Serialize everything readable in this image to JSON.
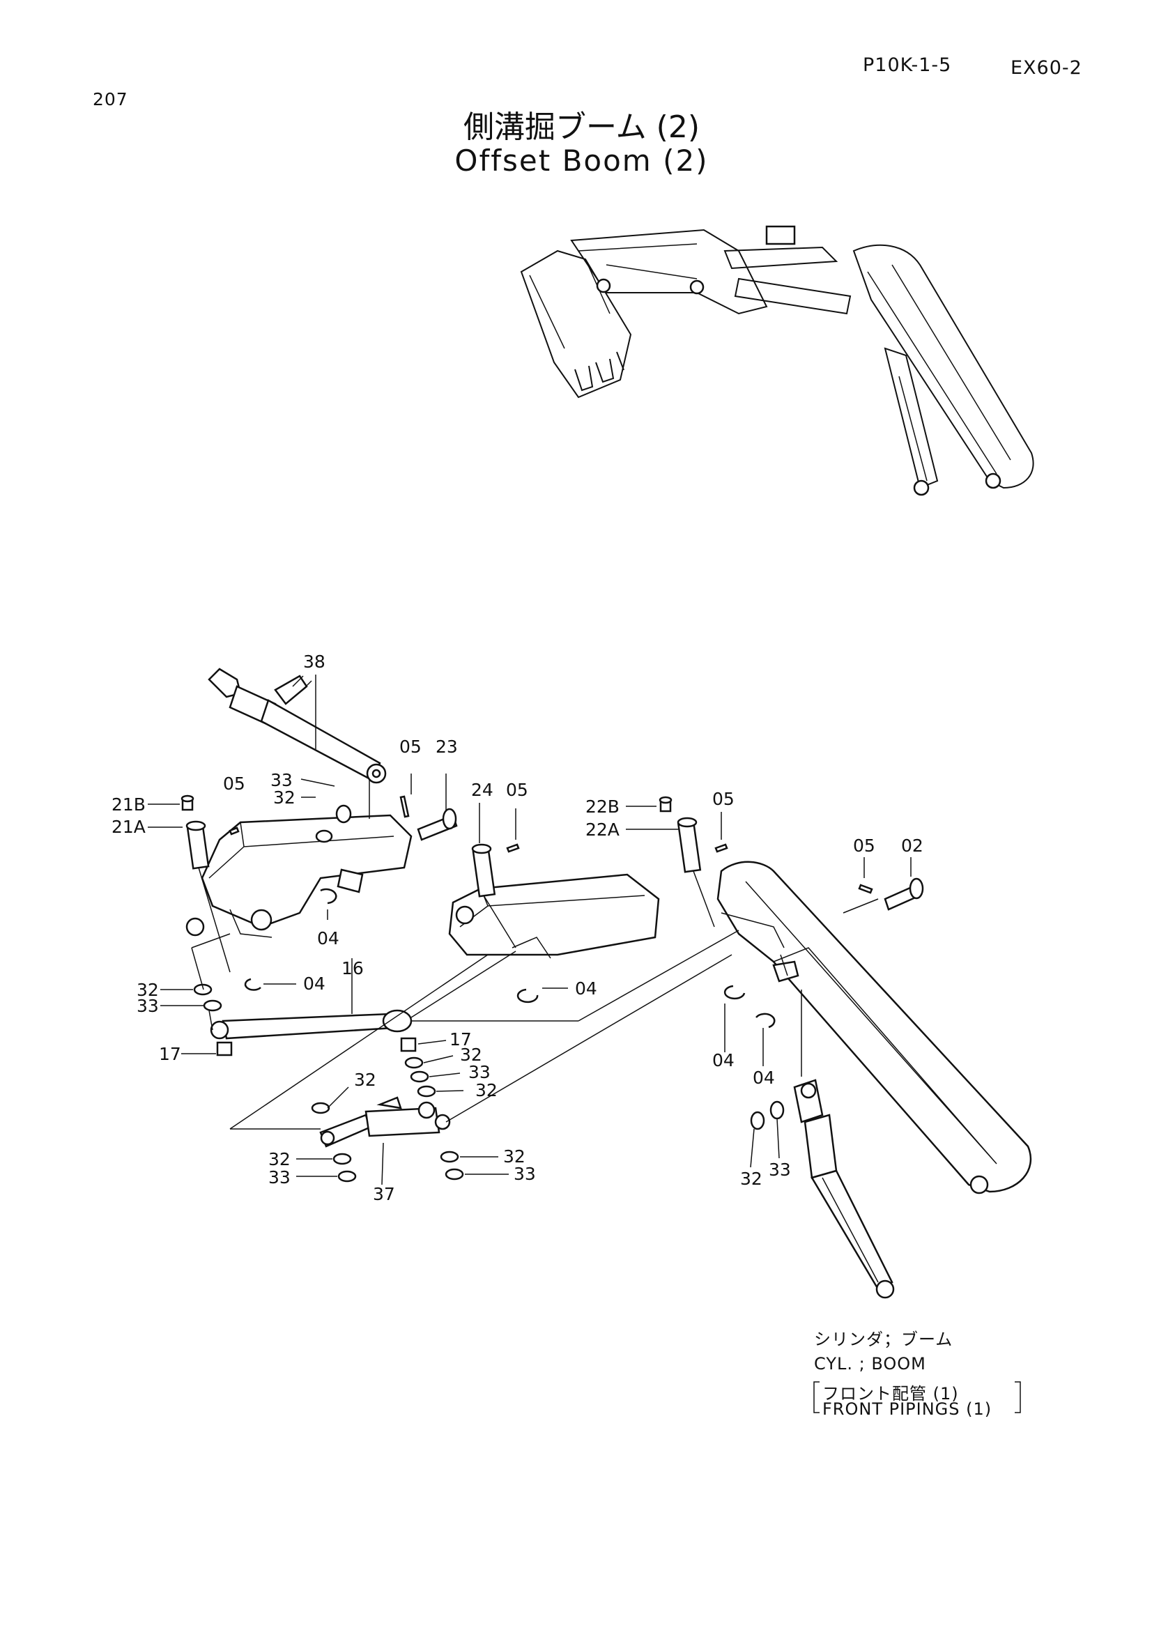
{
  "header": {
    "page_number": "207",
    "doc_code": "P10K-1-5",
    "model": "EX60-2"
  },
  "title": {
    "japanese": "側溝掘ブーム (2)",
    "english": "Offset Boom (2)"
  },
  "callouts": {
    "c38": "38",
    "c05a": "05",
    "c23": "23",
    "c05b": "05",
    "c33a": "33",
    "c32a": "32",
    "c21B": "21B",
    "c21A": "21A",
    "c24": "24",
    "c05c": "05",
    "c22B": "22B",
    "c05d": "05",
    "c22A": "22A",
    "c05e": "05",
    "c02": "02",
    "c04a": "04",
    "c04b": "04",
    "c16": "16",
    "c04c": "04",
    "c32b": "32",
    "c33b": "33",
    "c17a": "17",
    "c17b": "17",
    "c32c": "32",
    "c33c": "33",
    "c32d": "32",
    "c32e": "32",
    "c04d": "04",
    "c04e": "04",
    "c32f": "32",
    "c33d": "33",
    "c37": "37",
    "c32g": "32",
    "c33e": "33",
    "c32h": "32",
    "c33f": "33"
  },
  "notes": {
    "cyl_jp": "シリンダ；ブーム",
    "cyl_en": "CYL. ; BOOM",
    "front_jp": "フロント配管 (1)",
    "front_en": "FRONT PIPINGS (1)"
  }
}
